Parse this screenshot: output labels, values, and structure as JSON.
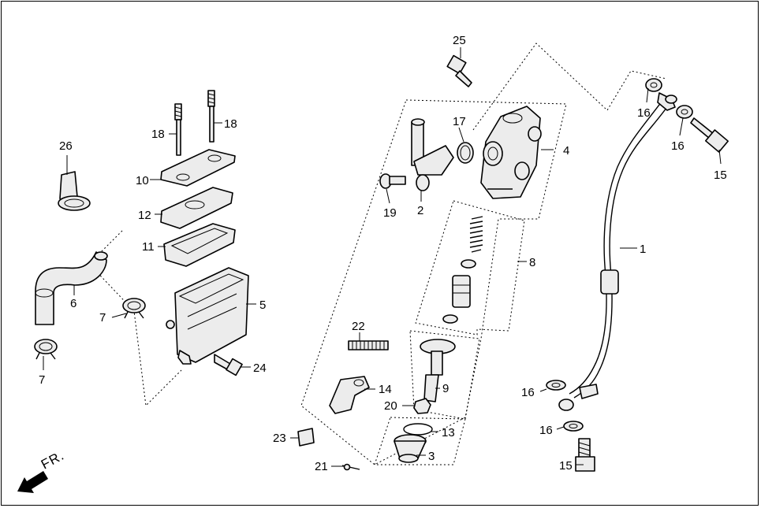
{
  "direction_label": "FR.",
  "callouts": {
    "c1": "1",
    "c2": "2",
    "c3": "3",
    "c4": "4",
    "c5": "5",
    "c6": "6",
    "c7a": "7",
    "c7b": "7",
    "c8": "8",
    "c9": "9",
    "c10": "10",
    "c11": "11",
    "c12": "12",
    "c13": "13",
    "c14": "14",
    "c15a": "15",
    "c15b": "15",
    "c16a": "16",
    "c16b": "16",
    "c16c": "16",
    "c16d": "16",
    "c17": "17",
    "c18a": "18",
    "c18b": "18",
    "c19": "19",
    "c20": "20",
    "c21": "21",
    "c22": "22",
    "c23": "23",
    "c24": "24",
    "c25": "25",
    "c26": "26"
  }
}
